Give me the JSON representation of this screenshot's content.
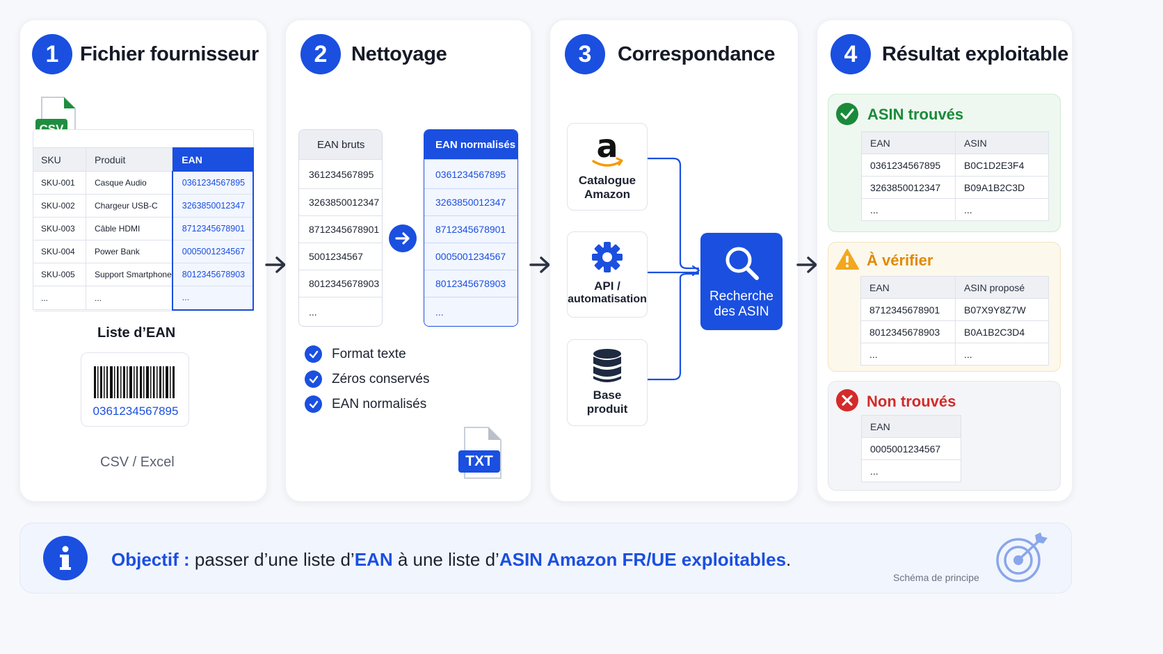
{
  "colors": {
    "accent": "#1a4fe0",
    "success": "#1a8a3a",
    "warning": "#e08a00",
    "error": "#d42a2a"
  },
  "steps": [
    {
      "num": "1",
      "title": "Fichier fournisseur"
    },
    {
      "num": "2",
      "title": "Nettoyage"
    },
    {
      "num": "3",
      "title": "Correspondance"
    },
    {
      "num": "4",
      "title": "Résultat exploitable"
    }
  ],
  "step1": {
    "file_badge": "CSV",
    "table": {
      "headers": [
        "SKU",
        "Produit",
        "EAN"
      ],
      "rows": [
        [
          "SKU-001",
          "Casque Audio",
          "0361234567895"
        ],
        [
          "SKU-002",
          "Chargeur USB-C",
          "3263850012347"
        ],
        [
          "SKU-003",
          "Câble HDMI",
          "8712345678901"
        ],
        [
          "SKU-004",
          "Power Bank",
          "0005001234567"
        ],
        [
          "SKU-005",
          "Support Smartphone",
          "8012345678903"
        ],
        [
          "...",
          "...",
          "..."
        ]
      ]
    },
    "ean_list_label": "Liste d’EAN",
    "barcode_value": "0361234567895",
    "format_label": "CSV / Excel"
  },
  "step2": {
    "raw_header": "EAN bruts",
    "raw_values": [
      "361234567895",
      "3263850012347",
      "8712345678901",
      "5001234567",
      "8012345678903",
      "..."
    ],
    "norm_header": "EAN normalisés",
    "norm_values": [
      "0361234567895",
      "3263850012347",
      "8712345678901",
      "0005001234567",
      "8012345678903",
      "..."
    ],
    "checks": [
      "Format texte",
      "Zéros conservés",
      "EAN normalisés"
    ],
    "file_badge": "TXT"
  },
  "step3": {
    "sources": [
      {
        "icon": "amazon-logo-icon",
        "label_1": "Catalogue",
        "label_2": "Amazon"
      },
      {
        "icon": "gear-icon",
        "label_1": "API /",
        "label_2": "automatisation"
      },
      {
        "icon": "database-icon",
        "label_1": "Base",
        "label_2": "produit"
      }
    ],
    "search_label_1": "Recherche",
    "search_label_2": "des ASIN"
  },
  "step4": {
    "found": {
      "title": "ASIN trouvés",
      "headers": [
        "EAN",
        "ASIN"
      ],
      "rows": [
        [
          "0361234567895",
          "B0C1D2E3F4"
        ],
        [
          "3263850012347",
          "B09A1B2C3D"
        ],
        [
          "...",
          "..."
        ]
      ]
    },
    "verify": {
      "title": "À vérifier",
      "headers": [
        "EAN",
        "ASIN proposé"
      ],
      "rows": [
        [
          "8712345678901",
          "B07X9Y8Z7W"
        ],
        [
          "8012345678903",
          "B0A1B2C3D4"
        ],
        [
          "...",
          "..."
        ]
      ]
    },
    "not_found": {
      "title": "Non trouvés",
      "headers": [
        "EAN"
      ],
      "rows": [
        [
          "0005001234567"
        ],
        [
          "..."
        ]
      ]
    }
  },
  "footer": {
    "objective_label": "Objectif :",
    "text_1": " passer d’une liste d’",
    "highlight_1": "EAN",
    "text_2": " à une liste d’",
    "highlight_2": "ASIN Amazon FR/UE exploitables",
    "text_3": ".",
    "note": "Schéma de principe"
  }
}
